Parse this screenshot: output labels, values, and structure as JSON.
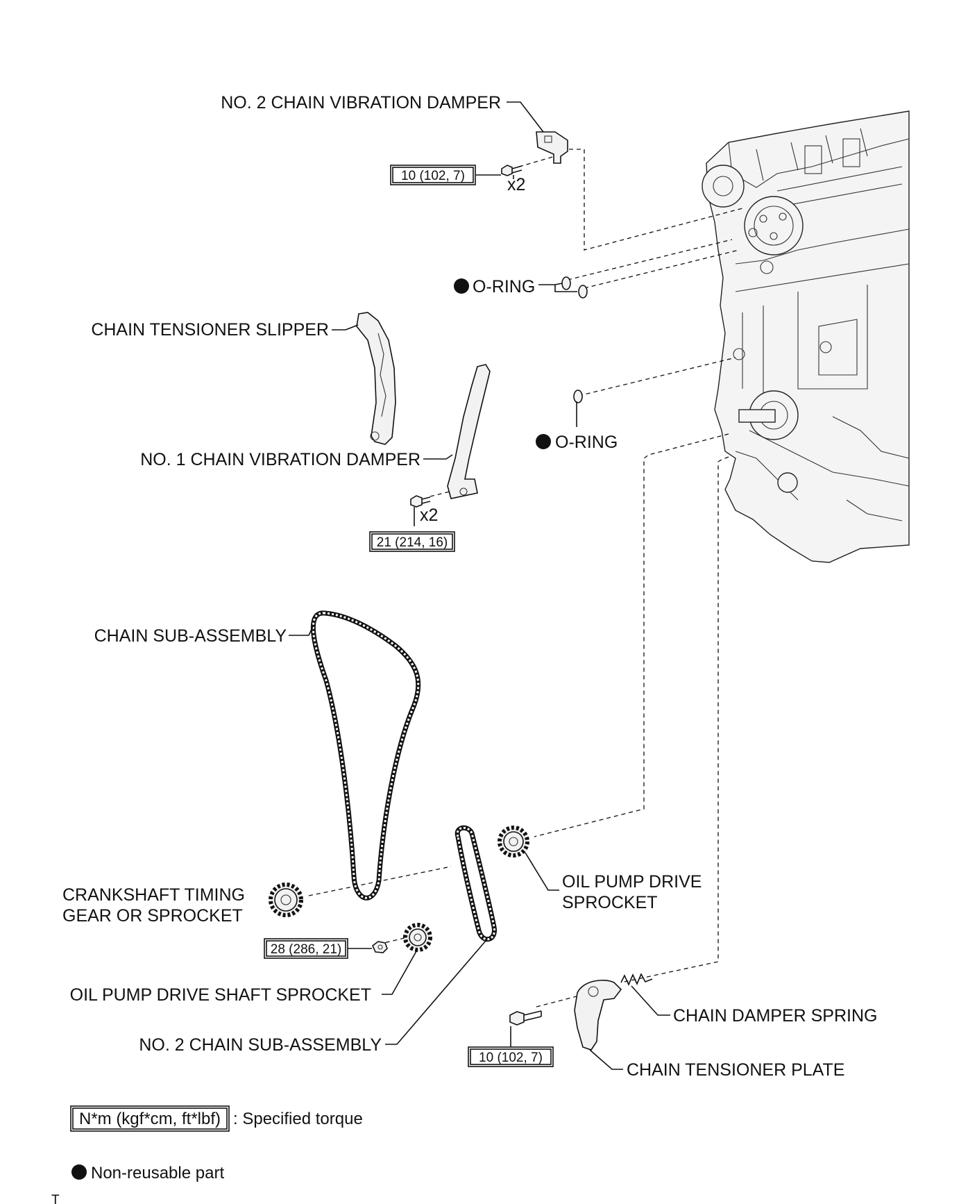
{
  "labels": {
    "no2_chain_vibration_damper": "NO. 2 CHAIN VIBRATION DAMPER",
    "o_ring_upper": "O-RING",
    "chain_tensioner_slipper": "CHAIN TENSIONER SLIPPER",
    "o_ring_lower": "O-RING",
    "no1_chain_vibration_damper": "NO. 1 CHAIN VIBRATION DAMPER",
    "chain_sub_assembly": "CHAIN SUB-ASSEMBLY",
    "crankshaft_timing_line1": "CRANKSHAFT TIMING",
    "crankshaft_timing_line2": "GEAR OR SPROCKET",
    "oil_pump_drive_sprocket_line1": "OIL PUMP DRIVE",
    "oil_pump_drive_sprocket_line2": "SPROCKET",
    "oil_pump_drive_shaft_sprocket": "OIL PUMP DRIVE SHAFT SPROCKET",
    "no2_chain_sub_assembly": "NO. 2 CHAIN SUB-ASSEMBLY",
    "chain_damper_spring": "CHAIN DAMPER SPRING",
    "chain_tensioner_plate": "CHAIN TENSIONER PLATE"
  },
  "torques": {
    "no2_damper_bolt": "10 (102, 7)",
    "no1_damper_bolt": "21 (214, 16)",
    "oil_pump_shaft_nut": "28 (286, 21)",
    "tensioner_plate_bolt": "10 (102, 7)"
  },
  "quantities": {
    "no2_damper_bolts": "x2",
    "no1_damper_bolts": "x2"
  },
  "legend": {
    "torque_unit": "N*m (kgf*cm, ft*lbf)",
    "torque_desc": ": Specified torque",
    "non_reusable": "Non-reusable part"
  },
  "footer_mark": "T"
}
